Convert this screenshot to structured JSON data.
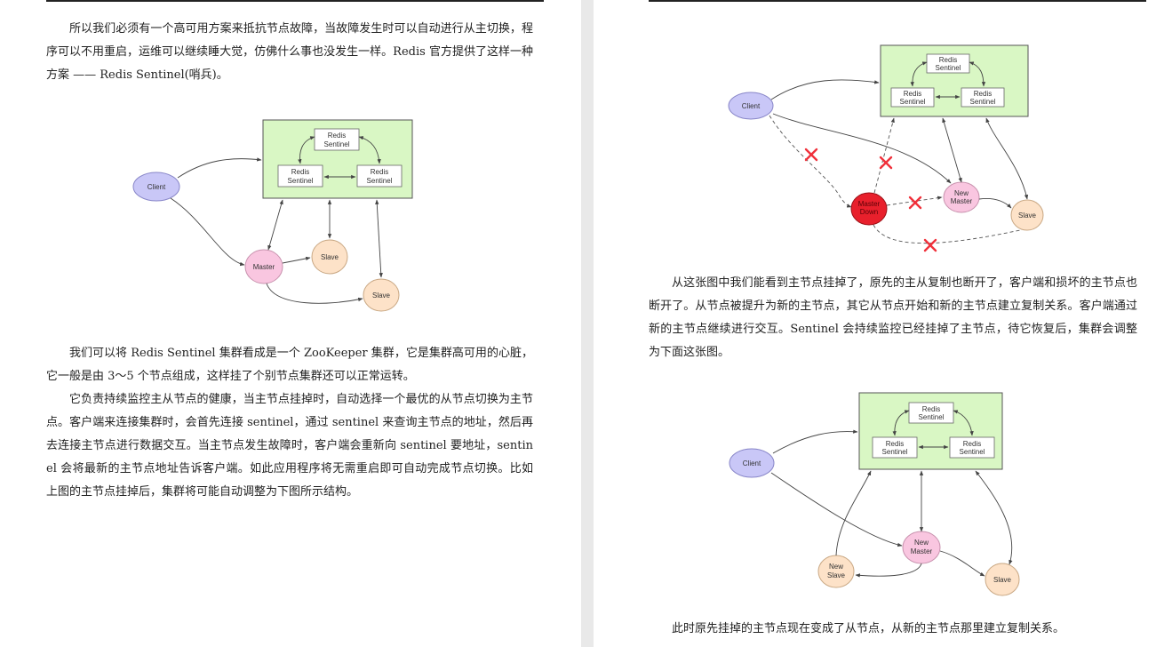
{
  "left_page": {
    "para1": "所以我们必须有一个高可用方案来抵抗节点故障，当故障发生时可以自动进行从主切换，程序可以不用重启，运维可以继续睡大觉，仿佛什么事也没发生一样。Redis 官方提供了这样一种方案 —— Redis Sentinel(哨兵)。",
    "diagram1": {
      "sentinel_top": [
        "Redis",
        "Sentinel"
      ],
      "sentinel_left": [
        "Redis",
        "Sentinel"
      ],
      "sentinel_right": [
        "Redis",
        "Sentinel"
      ],
      "client": "Client",
      "master": "Master",
      "slave1": "Slave",
      "slave2": "Slave"
    },
    "para2": "我们可以将 Redis Sentinel 集群看成是一个 ZooKeeper 集群，它是集群高可用的心脏，它一般是由 3～5 个节点组成，这样挂了个别节点集群还可以正常运转。",
    "para3": "它负责持续监控主从节点的健康，当主节点挂掉时，自动选择一个最优的从节点切换为主节点。客户端来连接集群时，会首先连接 sentinel，通过 sentinel 来查询主节点的地址，然后再去连接主节点进行数据交互。当主节点发生故障时，客户端会重新向 sentinel 要地址，sentinel 会将最新的主节点地址告诉客户端。如此应用程序将无需重启即可自动完成节点切换。比如上图的主节点挂掉后，集群将可能自动调整为下图所示结构。"
  },
  "right_page": {
    "diagram2": {
      "sentinel_top": [
        "Redis",
        "Sentinel"
      ],
      "sentinel_left": [
        "Redis",
        "Sentinel"
      ],
      "sentinel_right": [
        "Redis",
        "Sentinel"
      ],
      "client": "Client",
      "old_master": [
        "Master",
        "Down"
      ],
      "new_master": [
        "New",
        "Master"
      ],
      "slave": "Slave"
    },
    "para1": "从这张图中我们能看到主节点挂掉了，原先的主从复制也断开了，客户端和损坏的主节点也断开了。从节点被提升为新的主节点，其它从节点开始和新的主节点建立复制关系。客户端通过新的主节点继续进行交互。Sentinel 会持续监控已经挂掉了主节点，待它恢复后，集群会调整为下面这张图。",
    "diagram3": {
      "sentinel_top": [
        "Redis",
        "Sentinel"
      ],
      "sentinel_left": [
        "Redis",
        "Sentinel"
      ],
      "sentinel_right": [
        "Redis",
        "Sentinel"
      ],
      "client": "Client",
      "new_master": [
        "New",
        "Master"
      ],
      "new_slave": [
        "New",
        "Slave"
      ],
      "slave": "Slave"
    },
    "para2": "此时原先挂掉的主节点现在变成了从节点，从新的主节点那里建立复制关系。"
  },
  "colors": {
    "sentinel_box": "#d9f7c4",
    "client": "#c9c7f7",
    "master": "#f9c6e0",
    "slave": "#fde2c8",
    "master_down": "#e8202c",
    "cross": "#f0303a"
  }
}
